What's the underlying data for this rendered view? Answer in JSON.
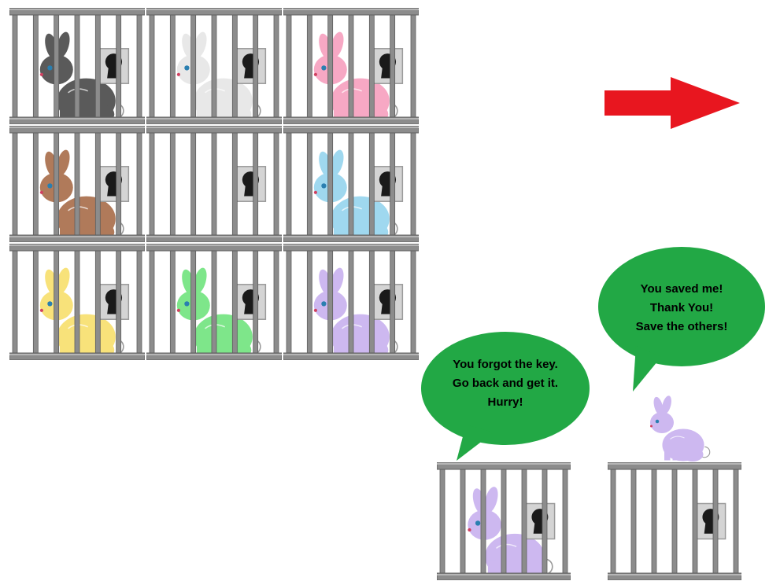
{
  "scene": {
    "caged_bunnies": [
      {
        "label": "grey-bunny",
        "color": "#5a5a5a"
      },
      {
        "label": "white-bunny",
        "color": "#e8e8e8"
      },
      {
        "label": "pink-bunny",
        "color": "#f7a8c4"
      },
      {
        "label": "brown-bunny",
        "color": "#b07a5a"
      },
      {
        "label": "empty",
        "color": ""
      },
      {
        "label": "blue-bunny",
        "color": "#9fd8ef"
      },
      {
        "label": "yellow-bunny",
        "color": "#f8e27a"
      },
      {
        "label": "green-bunny",
        "color": "#7ee68a"
      },
      {
        "label": "purple-bunny",
        "color": "#cdb8f0"
      }
    ],
    "arrow_color": "#e8161f",
    "bubble_color": "#22a845",
    "cage_color": "#8c8c8c",
    "lock_icon": "keyhole-lock-icon"
  },
  "speech": {
    "left": {
      "line1": "You forgot the key.",
      "line2": "Go back and get it.",
      "line3": "Hurry!"
    },
    "right": {
      "line1": "You saved me!",
      "line2": "Thank You!",
      "line3": "Save the others!"
    }
  },
  "right_panel": {
    "caged_bunny_color": "#cdb8f0",
    "freed_bunny_color": "#cdb8f0"
  }
}
